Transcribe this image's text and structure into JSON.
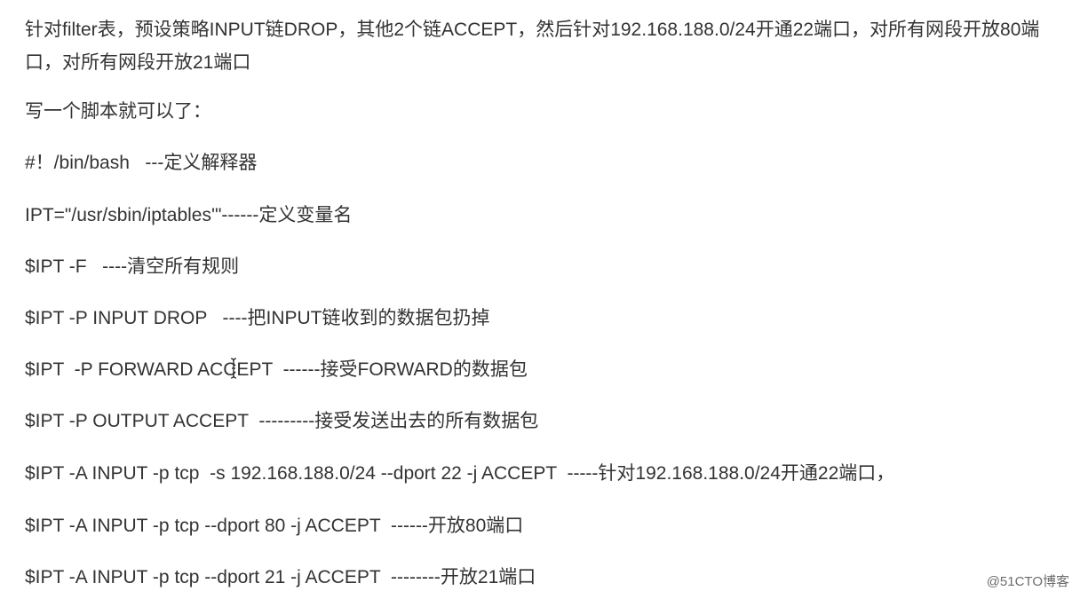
{
  "intro": "针对filter表，预设策略INPUT链DROP，其他2个链ACCEPT，然后针对192.168.188.0/24开通22端口，对所有网段开放80端口，对所有网段开放21端口",
  "write_script": "写一个脚本就可以了：",
  "lines": [
    "#！/bin/bash   ---定义解释器",
    "IPT=\"/usr/sbin/iptables'\"------定义变量名",
    "$IPT -F   ----清空所有规则",
    "$IPT -P INPUT DROP   ----把INPUT链收到的数据包扔掉",
    "$IPT  -P FORWARD ACCEPT  ------接受FORWARD的数据包",
    "$IPT -P OUTPUT ACCEPT  ---------接受发送出去的所有数据包",
    "$IPT -A INPUT -p tcp  -s 192.168.188.0/24 --dport 22 -j ACCEPT  -----针对192.168.188.0/24开通22端口，",
    "$IPT -A INPUT -p tcp --dport 80 -j ACCEPT  ------开放80端口",
    "$IPT -A INPUT -p tcp --dport 21 -j ACCEPT  --------开放21端口"
  ],
  "watermark": "@51CTO博客",
  "icons": {
    "cursor": "text-cursor-icon"
  }
}
